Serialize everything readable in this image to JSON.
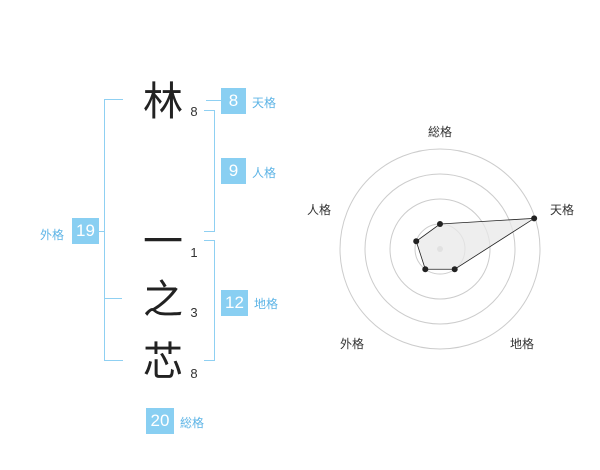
{
  "name": {
    "chars": [
      {
        "char": "林",
        "strokes": "8"
      },
      {
        "char": "一",
        "strokes": "1"
      },
      {
        "char": "之",
        "strokes": "3"
      },
      {
        "char": "芯",
        "strokes": "8"
      }
    ]
  },
  "fortune": {
    "tenkaku": {
      "value": "8",
      "label": "天格"
    },
    "jinkaku": {
      "value": "9",
      "label": "人格"
    },
    "chikaku": {
      "value": "12",
      "label": "地格"
    },
    "gaikaku": {
      "value": "19",
      "label": "外格"
    },
    "soukaku": {
      "value": "20",
      "label": "総格"
    }
  },
  "chart_data": {
    "type": "radar",
    "axes": [
      "総格",
      "天格",
      "地格",
      "外格",
      "人格"
    ],
    "values": [
      0.25,
      0.99,
      0.25,
      0.25,
      0.25
    ],
    "rings": 4,
    "colors": {
      "fill": "#e8e8e8",
      "line": "#222222",
      "grid": "#cccccc",
      "center": "#cccccc"
    }
  }
}
